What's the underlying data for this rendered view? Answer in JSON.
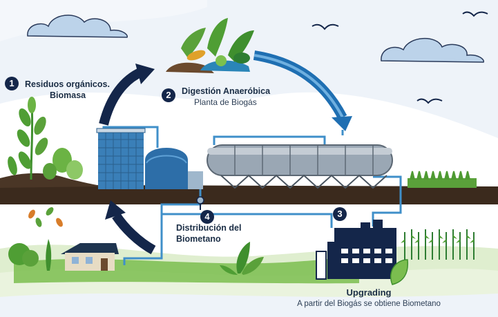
{
  "steps": [
    {
      "number": "1",
      "title": "Residuos orgánicos.",
      "subtitle": "Biomasa"
    },
    {
      "number": "2",
      "title": "Digestión Anaeróbica",
      "subtitle": "Planta de Biogás"
    },
    {
      "number": "3",
      "title": "Upgrading",
      "subtitle": "A partir del Biogás se obtiene Biometano"
    },
    {
      "number": "4",
      "title": "Distribución del",
      "subtitle": "Biometano"
    }
  ],
  "colors": {
    "sky": "#e9f0f8",
    "navy": "#14264a",
    "pipe": "#3f8fc9",
    "soil": "#3b2a1d",
    "grass": "#5aa13a",
    "tank_blue": "#2d6ea8"
  }
}
